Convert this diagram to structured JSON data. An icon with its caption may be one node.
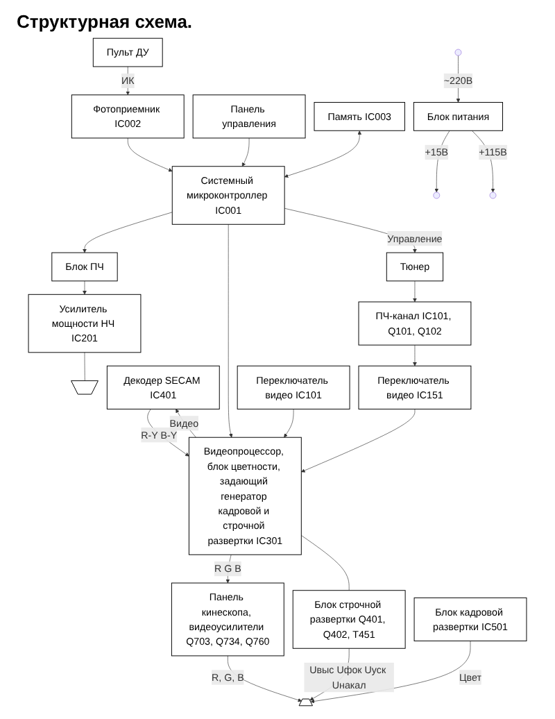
{
  "diagram": {
    "title": "Структурная схема.",
    "nodes": [
      {
        "text": [],
        "shape": "speaker"
      },
      {
        "text": [
          "Усилитель мощности НЧ IC201"
        ]
      },
      {
        "text": [
          "Декодер SECAM IC401"
        ]
      },
      {
        "text": [
          "Панель кинескопа, видеоусилители Q703, Q734, Q760"
        ]
      },
      {
        "text": [
          "ПЧ-канал IC101, Q101, Q102"
        ]
      },
      {
        "text": [
          "Переключатель видео IC151"
        ]
      },
      {
        "text": [
          "Переключатель видео IC101"
        ]
      },
      {
        "text": [
          "Видеопроцессор, блок цветности, задающий генератор кадровой и строчной развертки IC301"
        ]
      },
      {
        "text": [
          "Блок строчной развертки Q401, Q402, T451"
        ]
      },
      {
        "text": [],
        "shape": "kinescope"
      },
      {
        "text": [
          "Блок кадровой развертки IC501"
        ]
      },
      {
        "text": [
          "Системный микроконтроллер IC001"
        ]
      },
      {
        "text": [
          "Блок ПЧ"
        ]
      },
      {
        "text": [
          "Фотоприемник IC002"
        ]
      },
      {
        "text": [
          "Пульт ДУ"
        ]
      },
      {
        "text": [
          "Панель управления"
        ]
      },
      {
        "text": [
          "Память IC003"
        ]
      },
      {
        "text": [
          "Тюнер"
        ]
      },
      {
        "text": [
          "Блок питания"
        ]
      }
    ],
    "edges": [
      {
        "from": 1,
        "to": 0,
        "arrow": "none"
      },
      {
        "from": 12,
        "to": 1,
        "arrow": "to"
      },
      {
        "from": 17,
        "to": 4,
        "arrow": "to"
      },
      {
        "from": 4,
        "to": 5,
        "arrow": "to"
      },
      {
        "from": 5,
        "to": 7,
        "arrow": "to"
      },
      {
        "from": 6,
        "to": 7,
        "arrow": "to"
      },
      {
        "from": 7,
        "to": 2,
        "arrow": "to",
        "label": "Видео"
      },
      {
        "from": 2,
        "to": 7,
        "arrow": "to",
        "label": "R-Y B-Y"
      },
      {
        "from": 7,
        "to": 3,
        "arrow": "to",
        "label": "R G B"
      },
      {
        "from": 3,
        "to": 9,
        "arrow": "to",
        "label": "R, G, B"
      },
      {
        "from": 7,
        "to": 8,
        "arrow": "none"
      },
      {
        "from": 8,
        "to": 9,
        "arrow": "to",
        "label": "Uвыс Uфок Uуск Uнакал"
      },
      {
        "from": 10,
        "to": 9,
        "arrow": "to",
        "label": "Цвет"
      },
      {
        "from": 11,
        "to": 12,
        "arrow": "to"
      },
      {
        "from": 11,
        "to": 7,
        "arrow": "to"
      },
      {
        "from": 14,
        "to": 13,
        "arrow": "to",
        "label": "ИК"
      },
      {
        "from": 13,
        "to": 11,
        "arrow": "to"
      },
      {
        "from": 15,
        "to": 11,
        "arrow": "to"
      },
      {
        "from": 16,
        "to": 11,
        "arrow": "both"
      },
      {
        "from": 11,
        "to": 17,
        "arrow": "to",
        "label": "Управление"
      },
      {
        "from": null,
        "to": 18,
        "arrow": "to",
        "label": "~220В"
      },
      {
        "from": 18,
        "to": null,
        "arrow": "to",
        "label": "+15В"
      },
      {
        "from": 18,
        "to": null,
        "arrow": "to",
        "label": "+115В"
      }
    ]
  }
}
